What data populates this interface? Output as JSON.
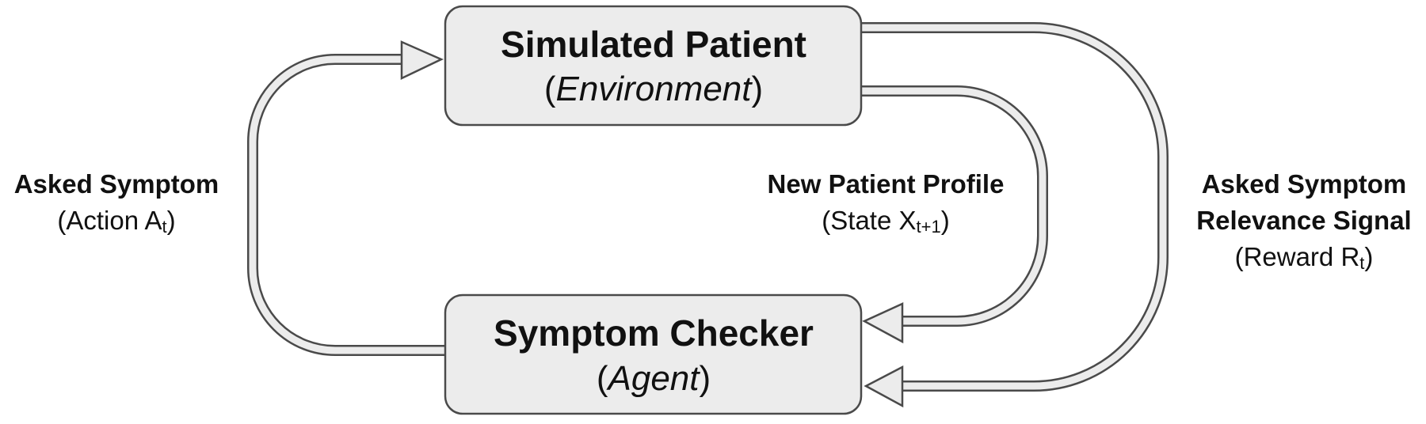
{
  "environment_box": {
    "title": "Simulated Patient",
    "paren_open": "(",
    "subtitle": "Environment",
    "paren_close": ")"
  },
  "agent_box": {
    "title": "Symptom Checker",
    "paren_open": "(",
    "subtitle": "Agent",
    "paren_close": ")"
  },
  "action_label": {
    "title": "Asked Symptom",
    "detail_prefix": "(Action A",
    "subscript": "t",
    "detail_suffix": ")"
  },
  "state_label": {
    "title": "New Patient Profile",
    "detail_prefix": "(State X",
    "subscript": "t+1",
    "detail_suffix": ")"
  },
  "reward_label": {
    "title_line1": "Asked Symptom",
    "title_line2": "Relevance Signal",
    "detail_prefix": "(Reward R",
    "subscript": "t",
    "detail_suffix": ")"
  },
  "colors": {
    "box_fill": "#ececec",
    "stroke": "#4a4a4a",
    "text": "#111111"
  }
}
